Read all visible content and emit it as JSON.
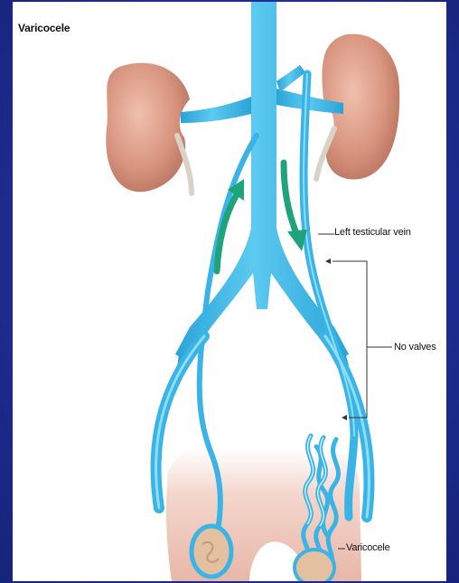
{
  "diagram": {
    "title": "Varicocele",
    "labels": {
      "left_testicular_vein": "Left testicular vein",
      "no_valves": "No valves",
      "varicocele": "Varicocele"
    },
    "colors": {
      "background": "#1f2f96",
      "vein": "#3ab4e6",
      "vein_highlight": "#8fdcf7",
      "kidney": "#d8947f",
      "arrow": "#1fa37a",
      "skin": "#efc9bd"
    }
  }
}
